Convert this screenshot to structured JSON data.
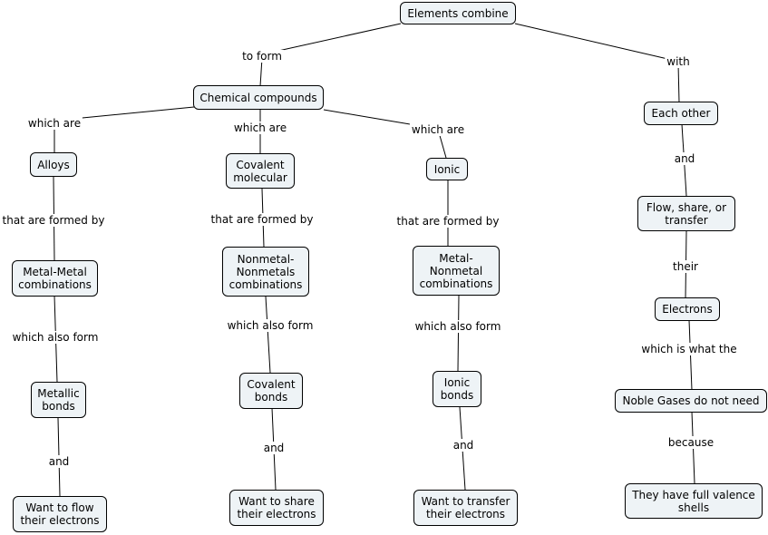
{
  "concept_map": {
    "nodes": {
      "elements_combine": "Elements combine",
      "chemical_compounds": "Chemical compounds",
      "each_other": "Each other",
      "alloys": "Alloys",
      "covalent_molecular": "Covalent\nmolecular",
      "ionic": "Ionic",
      "flow_share_transfer": "Flow, share, or\ntransfer",
      "metal_metal": "Metal-Metal\ncombinations",
      "nonmetal_nonmetals": "Nonmetal-\nNonmetals\ncombinations",
      "metal_nonmetal": "Metal-\nNonmetal\ncombinations",
      "electrons": "Electrons",
      "metallic_bonds": "Metallic\nbonds",
      "covalent_bonds": "Covalent\nbonds",
      "ionic_bonds": "Ionic\nbonds",
      "noble_gases": "Noble Gases do not need",
      "flow_electrons": "Want to flow\ntheir electrons",
      "share_electrons": "Want to share\ntheir electrons",
      "transfer_electrons": "Want to transfer\ntheir electrons",
      "full_valence": "They have full valence\nshells"
    },
    "links": {
      "to_form": "to form",
      "with": "with",
      "which_are_alloys": "which are",
      "which_are_covalent": "which are",
      "which_are_ionic": "which are",
      "and_each_other": "and",
      "formed_by_alloys": "that are formed by",
      "formed_by_covalent": "that are formed by",
      "formed_by_ionic": "that are formed by",
      "their": "their",
      "also_form_metal": "which also form",
      "also_form_nonmetal": "which also form",
      "also_form_ionic": "which also form",
      "which_is_what_the": "which is what the",
      "and_metallic": "and",
      "and_covalent": "and",
      "and_ionic": "and",
      "because": "because"
    }
  }
}
